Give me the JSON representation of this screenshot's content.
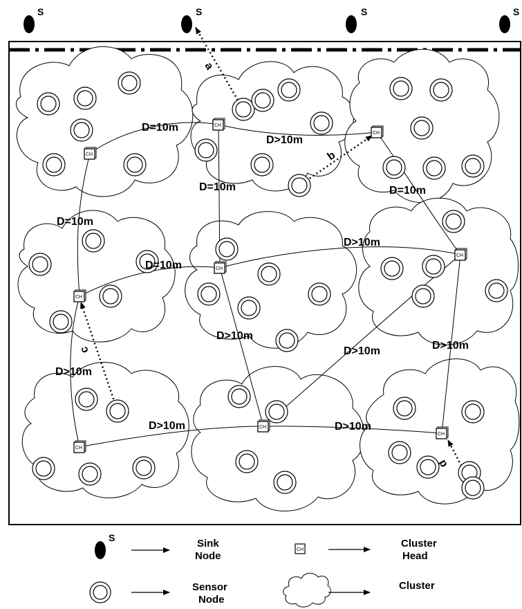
{
  "sink_label": "S",
  "ch_label": "CH",
  "distance_labels": {
    "top_left_link": "D=10m",
    "top_mid_right_link": "D>10m",
    "top_mid_vertical": "D=10m",
    "top_right_vertical": "D=10m",
    "left_vertical_top": "D=10m",
    "mid_left_link": "D=10m",
    "mid_mid_right_link": "D>10m",
    "mid_center_down": "D>10m",
    "mid_to_right_diag": "D>10m",
    "right_vertical_down": "D>10m",
    "left_vertical_bottom": "D>10m",
    "bottom_left_link": "D>10m",
    "bottom_mid_right_link": "D>10m"
  },
  "path_labels": {
    "a": "a",
    "b": "b",
    "c": "c",
    "d": "d"
  },
  "legend": {
    "sink_node": [
      "Sink",
      "Node"
    ],
    "cluster_head": [
      "Cluster",
      "Head"
    ],
    "sensor_node": [
      "Sensor",
      "Node"
    ],
    "cluster": "Cluster"
  }
}
